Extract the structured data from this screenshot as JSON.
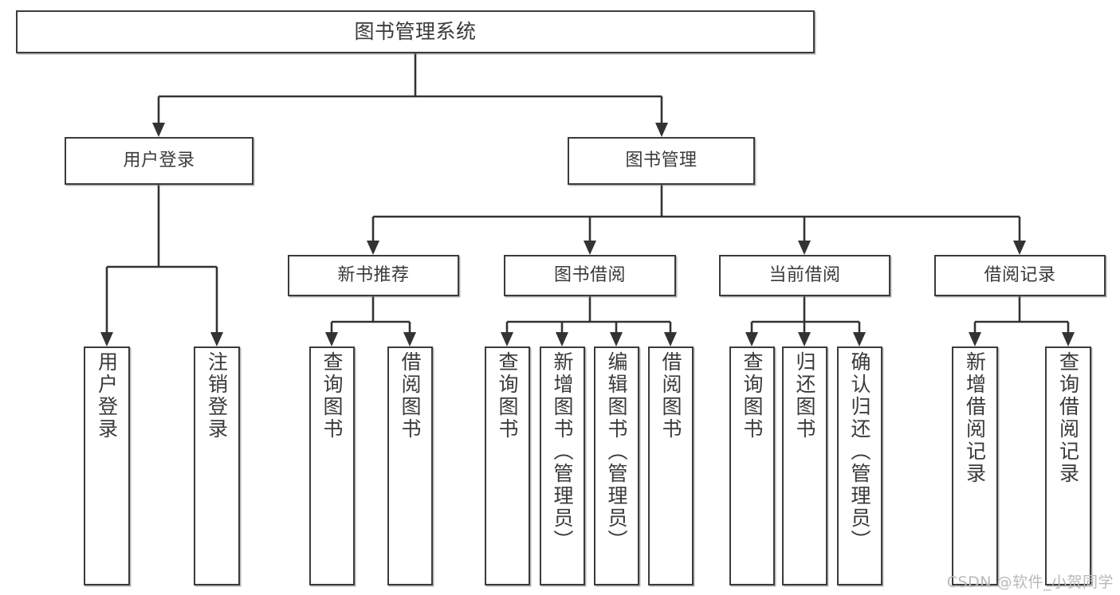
{
  "diagram": {
    "title": "图书管理系统",
    "type": "tree",
    "colors": {
      "background": "#ffffff",
      "box_border": "#3b3b3b",
      "connector": "#333333",
      "text": "#3a3a3a",
      "watermark": "#b9b9b9"
    },
    "root": {
      "label": "图书管理系统"
    },
    "level2": [
      {
        "label": "用户登录"
      },
      {
        "label": "图书管理"
      }
    ],
    "level3": [
      {
        "label": "新书推荐"
      },
      {
        "label": "图书借阅"
      },
      {
        "label": "当前借阅"
      },
      {
        "label": "借阅记录"
      }
    ],
    "leaves": {
      "user_login": [
        {
          "label": "用户登录"
        },
        {
          "label": "注销登录"
        }
      ],
      "new_book": [
        {
          "label": "查询图书"
        },
        {
          "label": "借阅图书"
        }
      ],
      "book_borrow": [
        {
          "label": "查询图书"
        },
        {
          "label": "新增图书（管理员）"
        },
        {
          "label": "编辑图书（管理员）"
        },
        {
          "label": "借阅图书"
        }
      ],
      "current_borrow": [
        {
          "label": "查询图书"
        },
        {
          "label": "归还图书"
        },
        {
          "label": "确认归还（管理员）"
        }
      ],
      "borrow_record": [
        {
          "label": "新增借阅记录"
        },
        {
          "label": "查询借阅记录"
        }
      ]
    }
  },
  "watermark": {
    "text": "CSDN @软件_小贺同学"
  }
}
